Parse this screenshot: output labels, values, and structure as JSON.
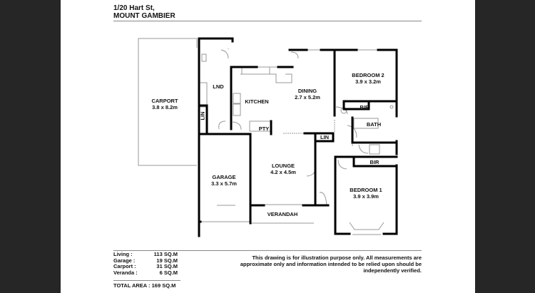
{
  "header": {
    "address_line1": "1/20 Hart St,",
    "address_line2": "MOUNT GAMBIER"
  },
  "rooms": [
    {
      "id": "carport",
      "name": "CARPORT",
      "size": "3.8 x 8.2m"
    },
    {
      "id": "lnd",
      "name": "LND",
      "size": ""
    },
    {
      "id": "lin-left",
      "name": "LIN",
      "size": ""
    },
    {
      "id": "kitchen",
      "name": "KITCHEN",
      "size": ""
    },
    {
      "id": "pty",
      "name": "PTY",
      "size": ""
    },
    {
      "id": "dining",
      "name": "DINING",
      "size": "2.7 x 5.2m"
    },
    {
      "id": "bedroom2",
      "name": "BEDROOM 2",
      "size": "3.9 x 3.2m"
    },
    {
      "id": "bir-top",
      "name": "BIR",
      "size": ""
    },
    {
      "id": "bath",
      "name": "BATH",
      "size": ""
    },
    {
      "id": "lin-mid",
      "name": "LIN",
      "size": ""
    },
    {
      "id": "bir-bottom",
      "name": "BIR",
      "size": ""
    },
    {
      "id": "garage",
      "name": "GARAGE",
      "size": "3.3 x 5.7m"
    },
    {
      "id": "lounge",
      "name": "LOUNGE",
      "size": "4.2 x 4.5m"
    },
    {
      "id": "bedroom1",
      "name": "BEDROOM 1",
      "size": "3.9 x 3.9m"
    },
    {
      "id": "verandah",
      "name": "VERANDAH",
      "size": ""
    }
  ],
  "areas": [
    {
      "label": "Living :",
      "value": "113 SQ.M"
    },
    {
      "label": "Garage :",
      "value": "19 SQ.M"
    },
    {
      "label": "Carport :",
      "value": "31 SQ.M"
    },
    {
      "label": "Veranda :",
      "value": "6 SQ.M"
    }
  ],
  "total_area": "TOTAL AREA : 169 SQ.M",
  "disclaimer": "This drawing is for illustration purpose only. All measurements are approximate only and information intended to be relied upon should be independently verified.",
  "colors": {
    "background": "#262626",
    "sheet": "#ffffff",
    "wall": "#000000",
    "thin_line": "#999999"
  }
}
